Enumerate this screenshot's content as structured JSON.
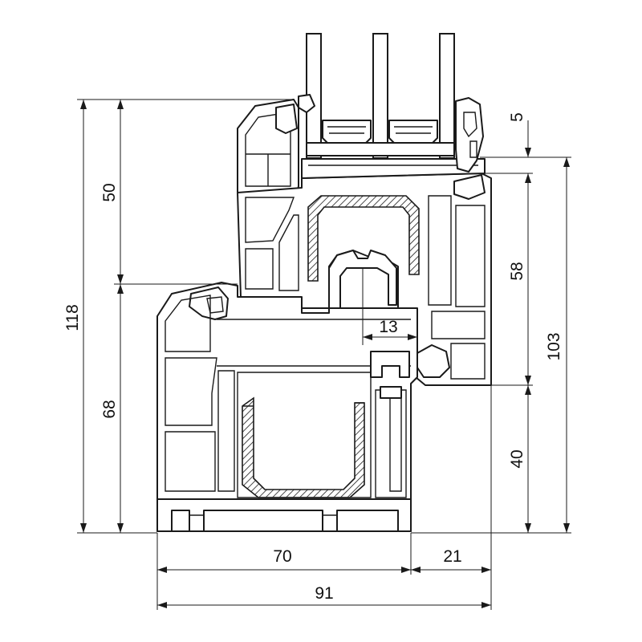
{
  "dimensions": {
    "sash_height": "50",
    "frame_height": "68",
    "total_height": "118",
    "glass_rebate": "5",
    "glazing_height": "58",
    "sash_total_height": "103",
    "frame_lower_height": "40",
    "overlap": "13",
    "frame_depth": "70",
    "sash_offset": "21",
    "total_depth": "91"
  },
  "colors": {
    "line": "#1a1a1a",
    "background": "#ffffff"
  }
}
